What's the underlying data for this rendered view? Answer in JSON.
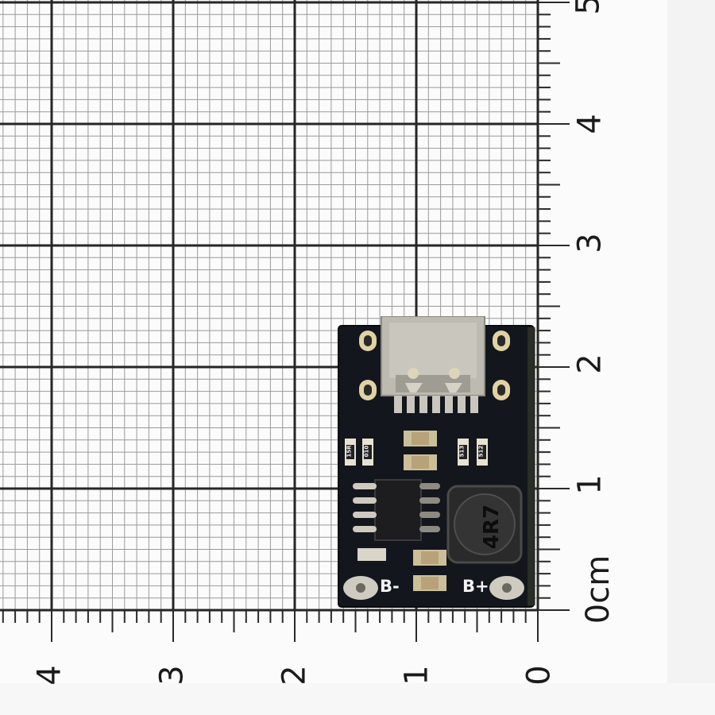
{
  "ruler": {
    "vertical_labels": [
      "5",
      "4",
      "3",
      "2",
      "1",
      "0cm"
    ],
    "horizontal_labels": [
      "4",
      "3",
      "2",
      "1",
      "0"
    ]
  },
  "board": {
    "silk_negative": "B-",
    "silk_positive": "B+",
    "inductor_marking": "4R7",
    "resistor_markings": [
      "15R",
      "010",
      "513",
      "512"
    ]
  },
  "colors": {
    "grid_major": "#2b2b2b",
    "grid_minor": "#8a8a8a",
    "paper": "#fbfbfb",
    "pcb": "#14161d",
    "metal": "#b9b6ae",
    "gold_pad": "#d8c48a"
  }
}
